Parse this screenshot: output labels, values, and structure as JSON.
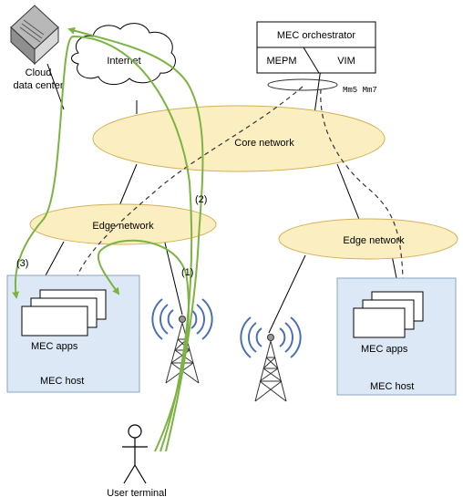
{
  "cloud": {
    "label_line1": "Cloud",
    "label_line2": "data center",
    "internet_label": "Internet"
  },
  "orchestrator": {
    "title": "MEC orchestrator",
    "mepm": "MEPM",
    "vim": "VIM",
    "interfaces": "Mm5 Mm7"
  },
  "networks": {
    "core": "Core network",
    "edge_left": "Edge network",
    "edge_right": "Edge network"
  },
  "mec_host_left": {
    "apps_label": "MEC apps",
    "host_label": "MEC host"
  },
  "mec_host_right": {
    "apps_label": "MEC apps",
    "host_label": "MEC host"
  },
  "paths": {
    "p1": "(1)",
    "p2": "(2)",
    "p3": "(3)"
  },
  "user_terminal": "User terminal",
  "colors": {
    "ellipse_fill": "#fbeec0",
    "ellipse_stroke": "#d2b257",
    "host_fill": "#dce8f5",
    "host_stroke": "#8aa4c0",
    "path_green": "#7cb342",
    "signal_blue": "#4a6fb5"
  }
}
